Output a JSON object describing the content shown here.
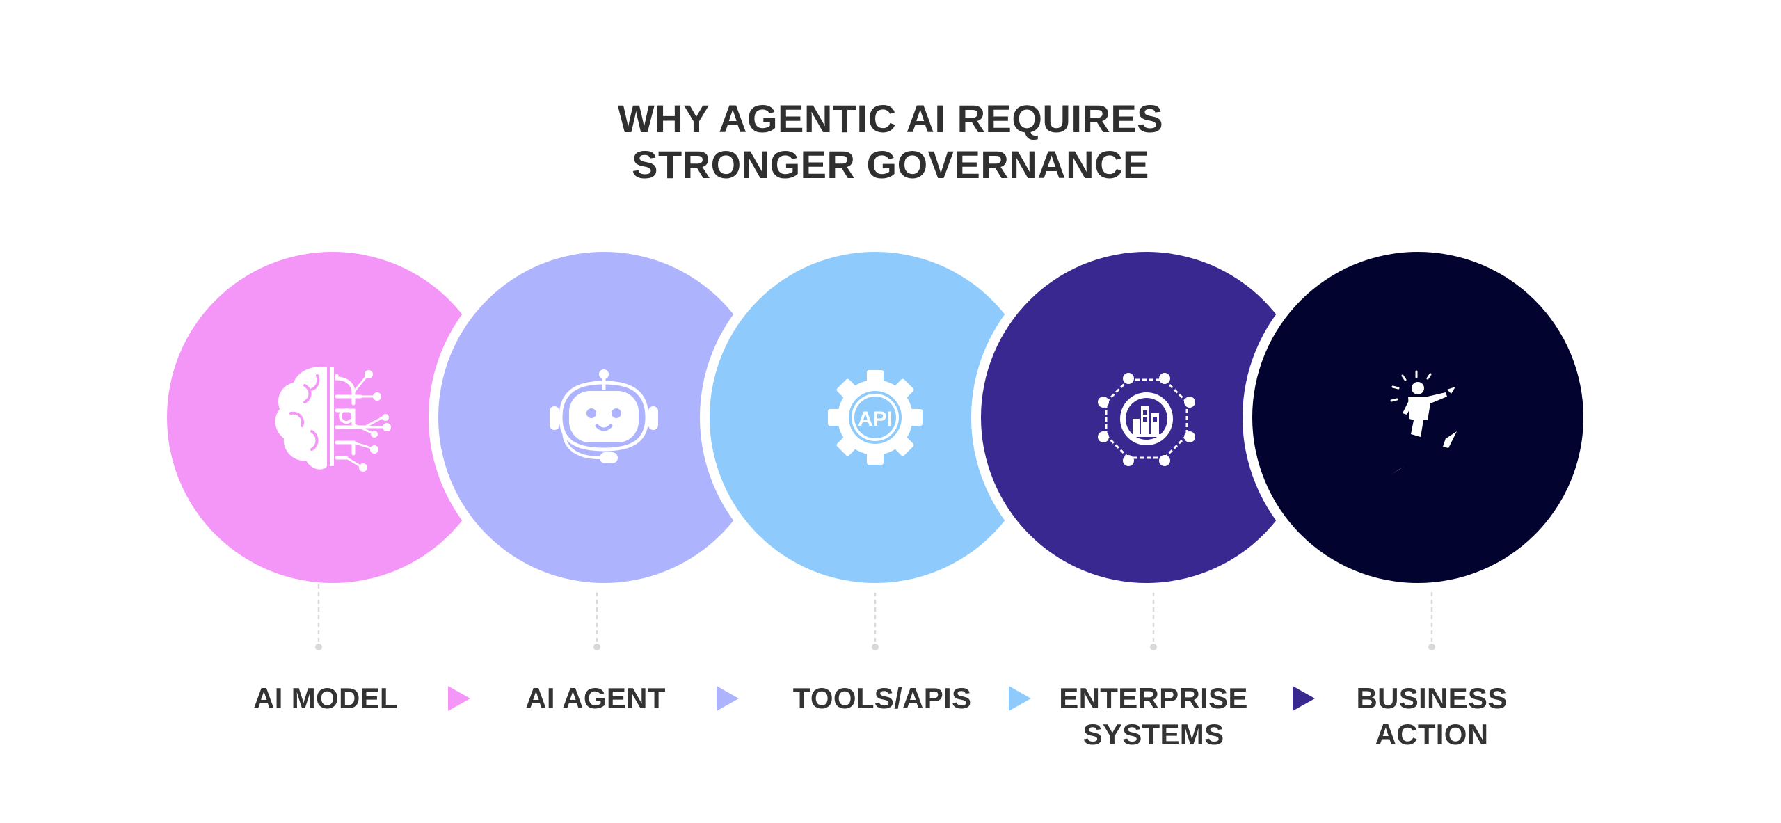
{
  "title": {
    "line1": "WHY AGENTIC AI REQUIRES",
    "line2": "STRONGER GOVERNANCE"
  },
  "steps": [
    {
      "color": "#f396f7",
      "icon": "brain-circuit-icon",
      "label_line1": "AI MODEL",
      "label_line2": ""
    },
    {
      "color": "#aeb3fd",
      "icon": "robot-head-icon",
      "label_line1": "AI AGENT",
      "label_line2": ""
    },
    {
      "color": "#8ecbfc",
      "icon": "api-gear-icon",
      "label_line1": "TOOLS/APIS",
      "label_line2": ""
    },
    {
      "color": "#382890",
      "icon": "enterprise-network-icon",
      "label_line1": "ENTERPRISE",
      "label_line2": "SYSTEMS"
    },
    {
      "color": "#03032f",
      "icon": "business-leader-icon",
      "label_line1": "BUSINESS",
      "label_line2": "ACTION"
    }
  ],
  "connector_color": "#d9d9d9",
  "icon_color": "#ffffff"
}
